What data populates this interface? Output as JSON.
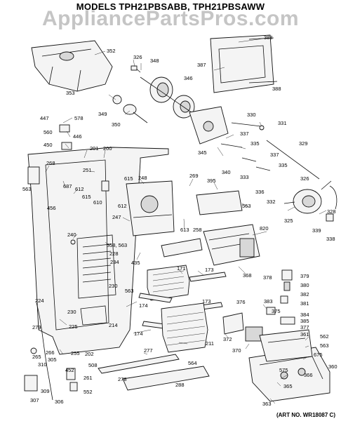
{
  "header": {
    "title": "MODELS TPH21PBSABB, TPH21PBSAWW"
  },
  "watermark": {
    "text": "AppliancePartsPros.com"
  },
  "footer": {
    "art_number": "(ART NO. WR18087 C)"
  },
  "callouts": [
    "352",
    "326",
    "348",
    "388",
    "387",
    "346",
    "388",
    "353",
    "349",
    "350",
    "447",
    "578",
    "560",
    "446",
    "450",
    "330",
    "331",
    "337",
    "345",
    "329",
    "335",
    "340",
    "337",
    "333",
    "335",
    "326",
    "336",
    "332",
    "201",
    "200",
    "268",
    "251",
    "563",
    "687",
    "612",
    "615",
    "610",
    "615",
    "612",
    "248",
    "269",
    "395",
    "563",
    "325",
    "328",
    "456",
    "339",
    "338",
    "247",
    "613",
    "258",
    "820",
    "240",
    "558, 563",
    "228",
    "234",
    "230",
    "435",
    "563",
    "171",
    "173",
    "368",
    "378",
    "379",
    "380",
    "382",
    "381",
    "384",
    "385",
    "377",
    "376",
    "383",
    "375",
    "174",
    "173",
    "230",
    "214",
    "174",
    "211",
    "372",
    "370",
    "361",
    "562",
    "563",
    "675",
    "224",
    "279",
    "225",
    "202",
    "277",
    "266",
    "265",
    "305",
    "310",
    "255",
    "261",
    "452",
    "508",
    "564",
    "360",
    "309",
    "278",
    "307",
    "306",
    "552",
    "288",
    "575",
    "366",
    "365",
    "363"
  ]
}
